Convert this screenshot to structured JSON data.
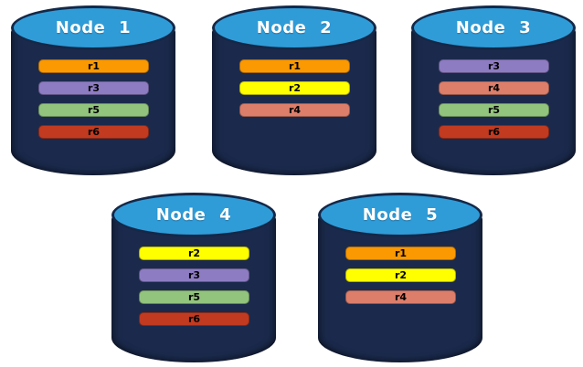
{
  "colors": {
    "cylinder_body": "#1B2A4C",
    "cylinder_top": "#2F9CD8",
    "cylinder_outline": "#142848",
    "bar_text": "#000000",
    "replica_palette": {
      "r1": "#FB9902",
      "r2": "#FFFF00",
      "r3": "#8E7CC3",
      "r4": "#DD7E6B",
      "r5": "#93C47D",
      "r6": "#C23A20"
    }
  },
  "nodes": [
    {
      "title": "Node 1",
      "replicas": [
        {
          "label": "r1",
          "color": "#FB9902"
        },
        {
          "label": "r3",
          "color": "#8E7CC3"
        },
        {
          "label": "r5",
          "color": "#93C47D"
        },
        {
          "label": "r6",
          "color": "#C23A20"
        }
      ]
    },
    {
      "title": "Node 2",
      "replicas": [
        {
          "label": "r1",
          "color": "#FB9902"
        },
        {
          "label": "r2",
          "color": "#FFFF00"
        },
        {
          "label": "r4",
          "color": "#DD7E6B"
        }
      ]
    },
    {
      "title": "Node 3",
      "replicas": [
        {
          "label": "r3",
          "color": "#8E7CC3"
        },
        {
          "label": "r4",
          "color": "#DD7E6B"
        },
        {
          "label": "r5",
          "color": "#93C47D"
        },
        {
          "label": "r6",
          "color": "#C23A20"
        }
      ]
    },
    {
      "title": "Node 4",
      "replicas": [
        {
          "label": "r2",
          "color": "#FFFF00"
        },
        {
          "label": "r3",
          "color": "#8E7CC3"
        },
        {
          "label": "r5",
          "color": "#93C47D"
        },
        {
          "label": "r6",
          "color": "#C23A20"
        }
      ]
    },
    {
      "title": "Node 5",
      "replicas": [
        {
          "label": "r1",
          "color": "#FB9902"
        },
        {
          "label": "r2",
          "color": "#FFFF00"
        },
        {
          "label": "r4",
          "color": "#DD7E6B"
        }
      ]
    }
  ]
}
